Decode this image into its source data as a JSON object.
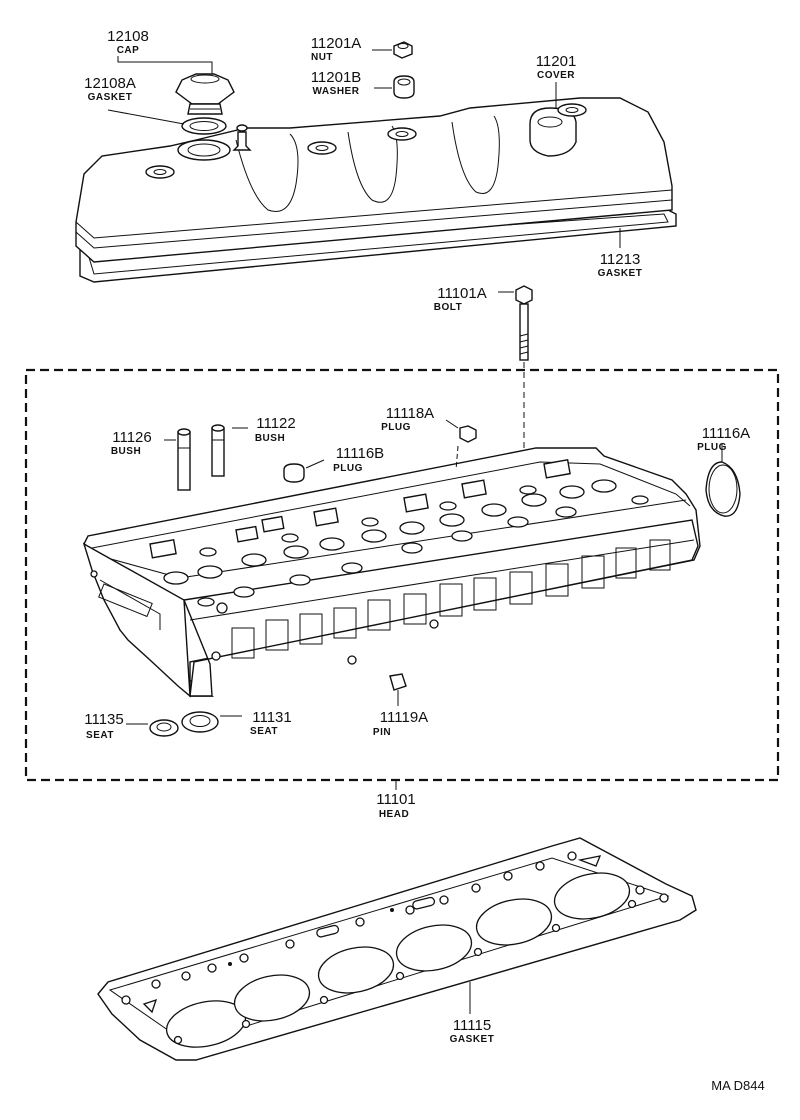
{
  "title": "",
  "parts": [
    {
      "key": "cap",
      "number": "12108",
      "name": "CAP"
    },
    {
      "key": "cap_gasket",
      "number": "12108A",
      "name": "GASKET"
    },
    {
      "key": "nut",
      "number": "11201A",
      "name": "NUT"
    },
    {
      "key": "washer",
      "number": "11201B",
      "name": "WASHER"
    },
    {
      "key": "cover",
      "number": "11201",
      "name": "COVER"
    },
    {
      "key": "cover_gasket",
      "number": "11213",
      "name": "GASKET"
    },
    {
      "key": "bolt",
      "number": "11101A",
      "name": "BOLT"
    },
    {
      "key": "bush_a",
      "number": "11126",
      "name": "BUSH"
    },
    {
      "key": "bush_b",
      "number": "11122",
      "name": "BUSH"
    },
    {
      "key": "plug_a",
      "number": "11118A",
      "name": "PLUG"
    },
    {
      "key": "plug_b",
      "number": "11116B",
      "name": "PLUG"
    },
    {
      "key": "plug_c",
      "number": "11116A",
      "name": "PLUG"
    },
    {
      "key": "seat_a",
      "number": "11135",
      "name": "SEAT"
    },
    {
      "key": "seat_b",
      "number": "11131",
      "name": "SEAT"
    },
    {
      "key": "pin",
      "number": "11119A",
      "name": "PIN"
    },
    {
      "key": "head",
      "number": "11101",
      "name": "HEAD"
    },
    {
      "key": "head_gasket",
      "number": "11115",
      "name": "GASKET"
    }
  ],
  "reference": "MA  D844"
}
